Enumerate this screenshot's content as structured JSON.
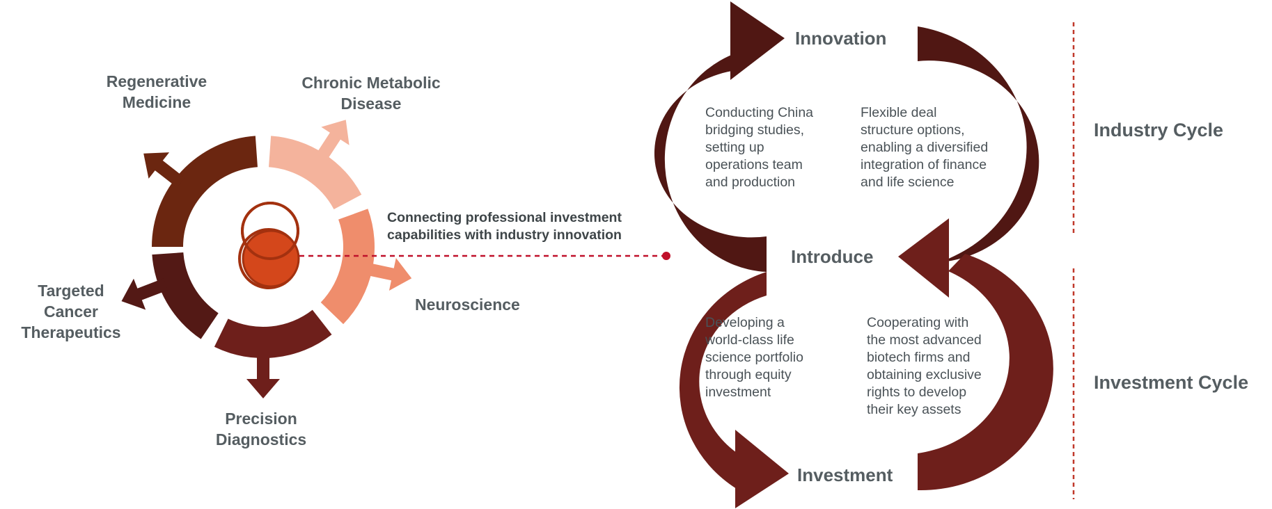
{
  "left_diagram": {
    "segments": [
      {
        "label": "Regenerative\nMedicine",
        "color": "#6b2610"
      },
      {
        "label": "Chronic Metabolic\nDisease",
        "color": "#f4b39c"
      },
      {
        "label": "Neuroscience",
        "color": "#ef8d6c"
      },
      {
        "label": "Precision\nDiagnostics",
        "color": "#6e1f1b"
      },
      {
        "label": "Targeted\nCancer\nTherapeutics",
        "color": "#531915"
      }
    ],
    "connector_text": "Connecting professional investment\ncapabilities with industry innovation",
    "connector_color": "#c0102a",
    "core_colors": {
      "outline": "#a3310f",
      "fill": "#d4471b"
    }
  },
  "cycle_diagram": {
    "labels": {
      "top": "Innovation",
      "middle": "Introduce",
      "bottom": "Investment"
    },
    "texts": {
      "top_left": "Conducting China\nbridging studies,\nsetting up\noperations team\nand production",
      "top_right": "Flexible deal\nstructure options,\nenabling a diversified\nintegration of finance\nand life science",
      "bottom_left": "Developing a\nworld-class life\nscience portfolio\nthrough equity\ninvestment",
      "bottom_right": "Cooperating with\nthe most advanced\nbiotech firms and\nobtaining exclusive\nrights to develop\ntheir key assets"
    },
    "colors": {
      "upper_loop": "#501713",
      "lower_loop": "#6e1f1b"
    }
  },
  "side_labels": {
    "industry": "Industry Cycle",
    "investment": "Investment Cycle",
    "divider_color": "#c0392b"
  }
}
